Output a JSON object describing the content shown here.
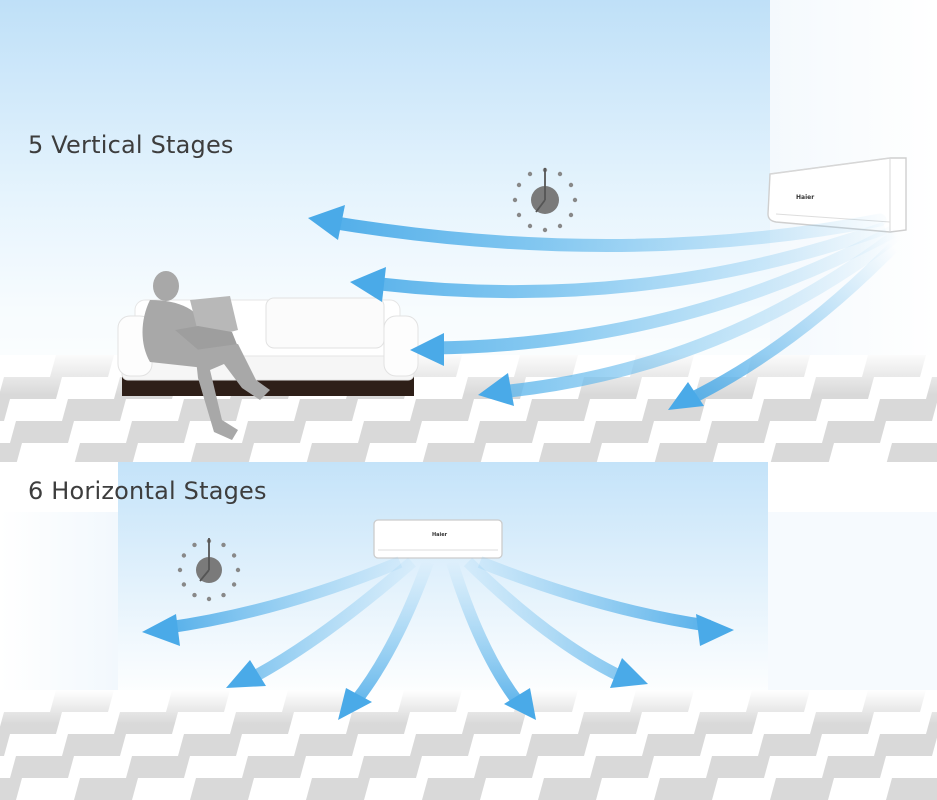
{
  "vertical": {
    "title": "5 Vertical Stages",
    "stage_count": 5
  },
  "horizontal": {
    "title": "6 Horizontal Stages",
    "stage_count": 6
  },
  "unit_brand": "Haier",
  "colors": {
    "sky": "#cfe9fb",
    "airflow": "#5fb7ec",
    "floor_tile": "#d9d9d9",
    "sofa_base": "#2e1f18",
    "person": "#a8a8a8",
    "text": "#3d3d3d"
  },
  "icons": [
    "clock-icon",
    "air-conditioner-icon",
    "person-silhouette",
    "sofa-icon",
    "airflow-arrow-icon"
  ]
}
